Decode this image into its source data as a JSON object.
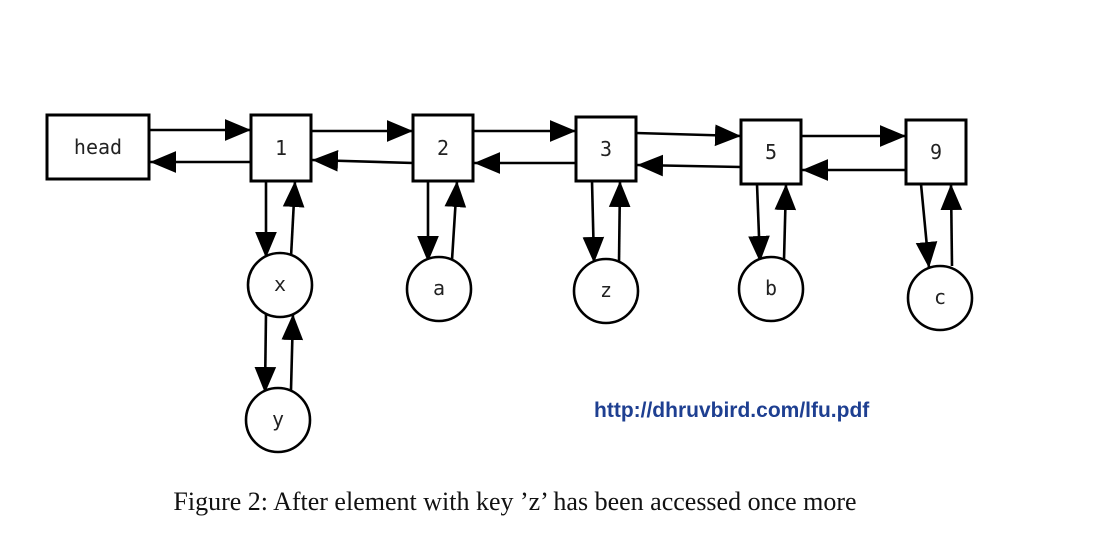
{
  "diagram": {
    "nodes": {
      "head": "head",
      "n1": "1",
      "n2": "2",
      "n3": "3",
      "n5": "5",
      "n9": "9",
      "x": "x",
      "y": "y",
      "a": "a",
      "z": "z",
      "b": "b",
      "c": "c"
    },
    "edges": [
      [
        "head",
        "1"
      ],
      [
        "1",
        "head"
      ],
      [
        "1",
        "2"
      ],
      [
        "2",
        "1"
      ],
      [
        "2",
        "3"
      ],
      [
        "3",
        "2"
      ],
      [
        "3",
        "5"
      ],
      [
        "5",
        "3"
      ],
      [
        "5",
        "9"
      ],
      [
        "9",
        "5"
      ],
      [
        "1",
        "x"
      ],
      [
        "x",
        "1"
      ],
      [
        "x",
        "y"
      ],
      [
        "y",
        "x"
      ],
      [
        "2",
        "a"
      ],
      [
        "a",
        "2"
      ],
      [
        "3",
        "z"
      ],
      [
        "z",
        "3"
      ],
      [
        "5",
        "b"
      ],
      [
        "b",
        "5"
      ],
      [
        "9",
        "c"
      ],
      [
        "c",
        "9"
      ]
    ]
  },
  "url": "http://dhruvbird.com/lfu.pdf",
  "caption": "Figure 2: After element with key ’z’ has been accessed once more"
}
